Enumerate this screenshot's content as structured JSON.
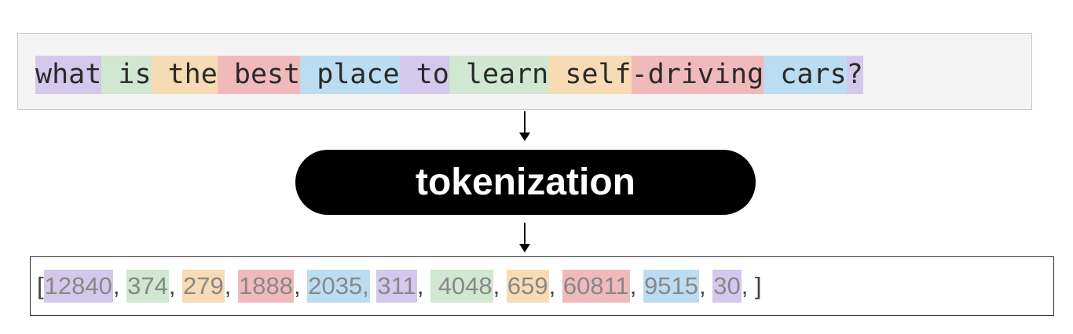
{
  "colors": {
    "purple": "#d4c8ec",
    "green": "#cfe8cf",
    "orange": "#f6dbb5",
    "red": "#f0baba",
    "blue": "#bcdcf2"
  },
  "text_tokens": [
    {
      "text": "what",
      "color": "purple"
    },
    {
      "text": " is",
      "color": "green"
    },
    {
      "text": " the",
      "color": "orange"
    },
    {
      "text": " best",
      "color": "red"
    },
    {
      "text": " place",
      "color": "blue"
    },
    {
      "text": " to",
      "color": "purple"
    },
    {
      "text": " learn",
      "color": "green"
    },
    {
      "text": " self",
      "color": "orange"
    },
    {
      "text": "-driving",
      "color": "red"
    },
    {
      "text": " cars",
      "color": "blue"
    },
    {
      "text": "?",
      "color": "purple"
    }
  ],
  "label": "tokenization",
  "token_ids": [
    {
      "text": "12840",
      "color": "purple"
    },
    {
      "text": "374",
      "color": "green"
    },
    {
      "text": "279",
      "color": "orange"
    },
    {
      "text": "1888",
      "color": "red"
    },
    {
      "text": "2035,",
      "color": "blue"
    },
    {
      "text": "311",
      "color": "purple"
    },
    {
      "text": " 4048",
      "color": "green"
    },
    {
      "text": "659",
      "color": "orange"
    },
    {
      "text": "60811",
      "color": "red"
    },
    {
      "text": "9515",
      "color": "blue"
    },
    {
      "text": "30",
      "color": "purple"
    }
  ],
  "id_separators": [
    ", ",
    ", ",
    ", ",
    ", ",
    " ",
    ", ",
    ", ",
    ", ",
    ", ",
    ", ",
    ", "
  ]
}
